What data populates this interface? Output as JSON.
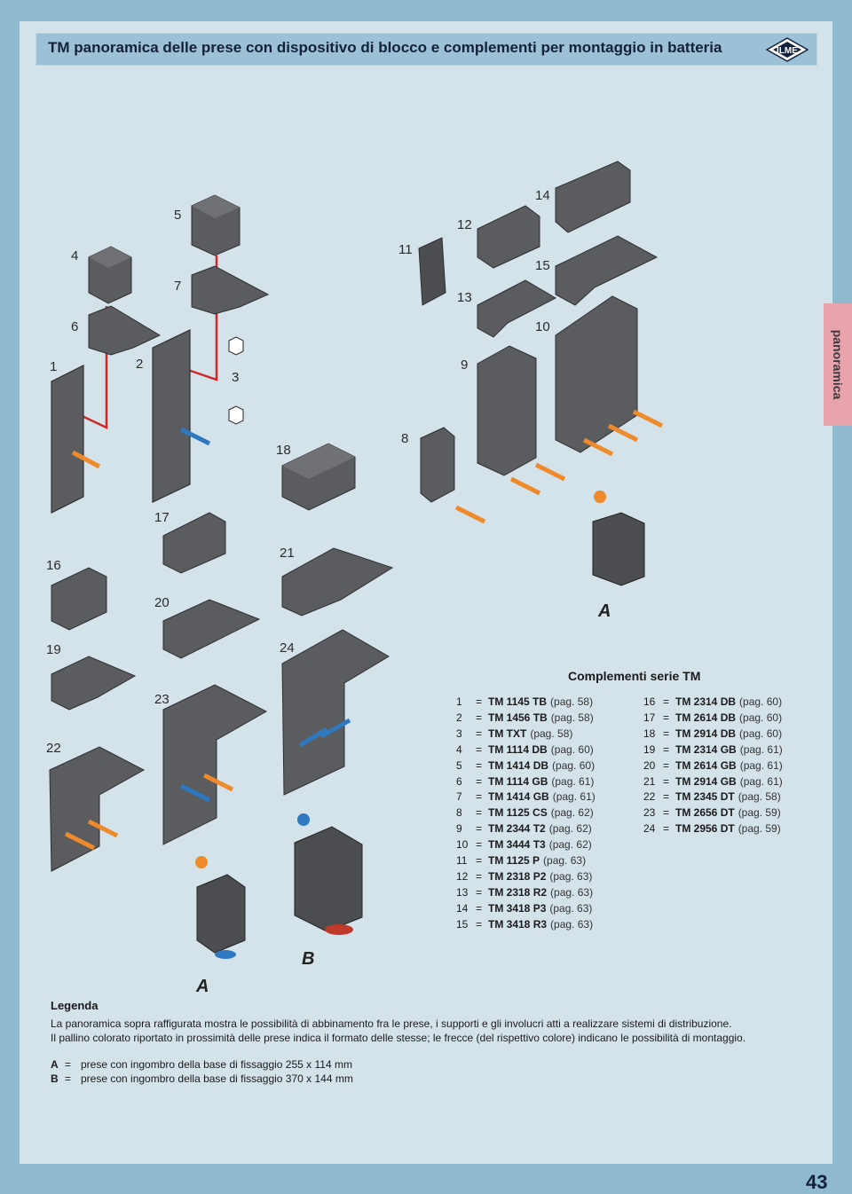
{
  "header": {
    "title": "TM panoramica delle prese con dispositivo di blocco e complementi per montaggio in batteria",
    "logo_text": "ILME"
  },
  "side_tab": "panoramica",
  "page_number": "43",
  "diagram": {
    "item_numbers": [
      "1",
      "2",
      "3",
      "4",
      "5",
      "6",
      "7",
      "8",
      "9",
      "10",
      "11",
      "12",
      "13",
      "14",
      "15",
      "16",
      "17",
      "18",
      "19",
      "20",
      "21",
      "22",
      "23",
      "24"
    ],
    "socket_labels": [
      "A",
      "A",
      "B"
    ],
    "colors": {
      "housing": "#5a5c60",
      "housing_dark": "#3f4145",
      "arrow_orange": "#ef8a2a",
      "arrow_blue": "#2e79c0",
      "wire_red": "#d02828",
      "dot_orange": "#ef8a2a",
      "dot_blue": "#2e79c0"
    }
  },
  "complementi": {
    "title": "Complementi serie TM",
    "left": [
      {
        "n": "1",
        "code": "TM 1145 TB",
        "page": "(pag. 58)"
      },
      {
        "n": "2",
        "code": "TM 1456 TB",
        "page": "(pag. 58)"
      },
      {
        "n": "3",
        "code": "TM TXT",
        "page": "(pag. 58)"
      },
      {
        "n": "4",
        "code": "TM 1114 DB",
        "page": "(pag. 60)"
      },
      {
        "n": "5",
        "code": "TM 1414 DB",
        "page": "(pag. 60)"
      },
      {
        "n": "6",
        "code": "TM 1114 GB",
        "page": "(pag. 61)"
      },
      {
        "n": "7",
        "code": "TM 1414 GB",
        "page": "(pag. 61)"
      },
      {
        "n": "8",
        "code": "TM 1125 CS",
        "page": "(pag. 62)"
      },
      {
        "n": "9",
        "code": "TM 2344 T2",
        "page": "(pag. 62)"
      },
      {
        "n": "10",
        "code": "TM 3444 T3",
        "page": "(pag. 62)"
      },
      {
        "n": "11",
        "code": "TM 1125 P",
        "page": "(pag. 63)"
      },
      {
        "n": "12",
        "code": "TM 2318 P2",
        "page": "(pag. 63)"
      },
      {
        "n": "13",
        "code": "TM 2318 R2",
        "page": "(pag. 63)"
      },
      {
        "n": "14",
        "code": "TM 3418 P3",
        "page": "(pag. 63)"
      },
      {
        "n": "15",
        "code": "TM 3418 R3",
        "page": "(pag. 63)"
      }
    ],
    "right": [
      {
        "n": "16",
        "code": "TM 2314 DB",
        "page": "(pag. 60)"
      },
      {
        "n": "17",
        "code": "TM 2614 DB",
        "page": "(pag. 60)"
      },
      {
        "n": "18",
        "code": "TM 2914 DB",
        "page": "(pag. 60)"
      },
      {
        "n": "19",
        "code": "TM 2314 GB",
        "page": "(pag. 61)"
      },
      {
        "n": "20",
        "code": "TM 2614 GB",
        "page": "(pag. 61)"
      },
      {
        "n": "21",
        "code": "TM 2914 GB",
        "page": "(pag. 61)"
      },
      {
        "n": "22",
        "code": "TM 2345 DT",
        "page": "(pag. 58)"
      },
      {
        "n": "23",
        "code": "TM 2656 DT",
        "page": "(pag. 59)"
      },
      {
        "n": "24",
        "code": "TM 2956 DT",
        "page": "(pag. 59)"
      }
    ]
  },
  "legenda": {
    "title": "Legenda",
    "line1": "La panoramica sopra raffigurata mostra le possibilità di abbinamento fra le prese, i supporti e gli involucri atti a realizzare sistemi di distribuzione.",
    "line2": "Il pallino colorato riportato in prossimità delle prese indica il formato delle stesse; le frecce (del rispettivo colore) indicano le possibilità di montaggio.",
    "a_key": "A",
    "a_text": "prese con ingombro della base di fissaggio 255 x 114 mm",
    "b_key": "B",
    "b_text": "prese con ingombro della base di fissaggio 370 x 144 mm"
  }
}
